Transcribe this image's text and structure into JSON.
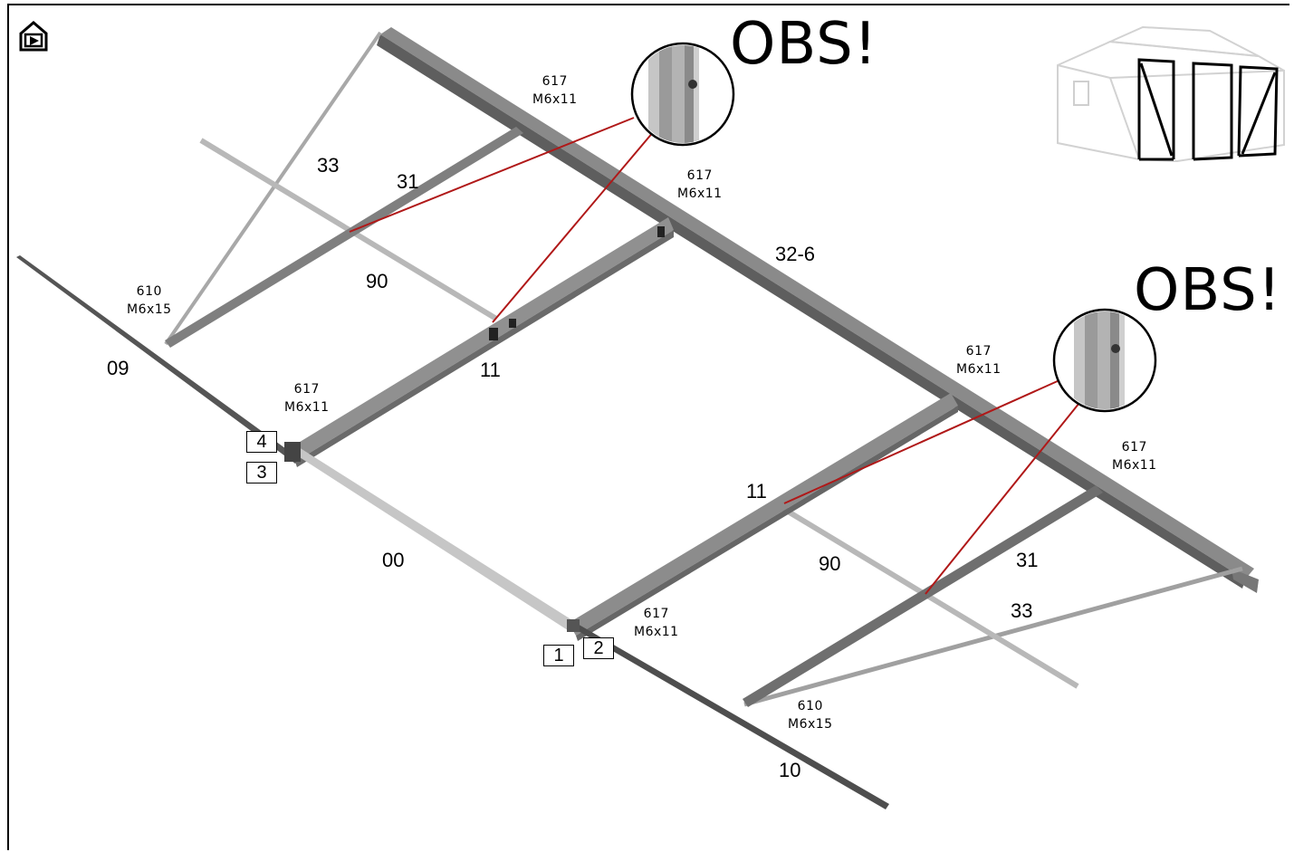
{
  "notes": {
    "obs_top": "OBS!",
    "obs_right": "OBS!"
  },
  "parts": {
    "beam_top": "32-6",
    "strut_33_left": "33",
    "strut_33_right": "33",
    "bar_31_left": "31",
    "bar_31_right": "31",
    "bar_90_left": "90",
    "bar_90_right": "90",
    "bar_11_left": "11",
    "bar_11_right": "11",
    "bar_09": "09",
    "bar_00": "00",
    "bar_10": "10"
  },
  "bolts": [
    {
      "code": "617",
      "spec": "M6x11"
    },
    {
      "code": "617",
      "spec": "M6x11"
    },
    {
      "code": "610",
      "spec": "M6x15"
    },
    {
      "code": "617",
      "spec": "M6x11"
    },
    {
      "code": "617",
      "spec": "M6x11"
    },
    {
      "code": "617",
      "spec": "M6x11"
    },
    {
      "code": "617",
      "spec": "M6x11"
    },
    {
      "code": "610",
      "spec": "M6x15"
    }
  ],
  "steps": [
    "1",
    "2",
    "3",
    "4"
  ],
  "colors": {
    "leader": "#b01818",
    "beam_dark": "#6a6a6a",
    "beam_mid": "#9a9a9a",
    "beam_light": "#c4c4c4"
  },
  "icons": {
    "home": "greenhouse-home-icon"
  }
}
